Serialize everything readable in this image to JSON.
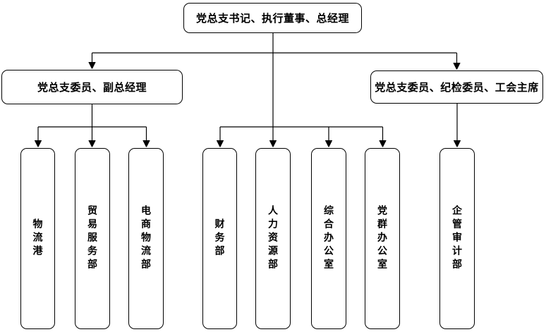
{
  "nodes": {
    "root": {
      "label": "党总支书记、执行董事、总经理"
    },
    "branches": [
      {
        "label": "党总支委员、副总经理"
      },
      {
        "label": "党总支委员、纪检委员、工会主席"
      }
    ],
    "departments": [
      {
        "label": "物流港"
      },
      {
        "label": "贸易服务部"
      },
      {
        "label": "电商物流部"
      },
      {
        "label": "财务部"
      },
      {
        "label": "人力资源部"
      },
      {
        "label": "综合办公室"
      },
      {
        "label": "党群办公室"
      },
      {
        "label": "企管审计部"
      }
    ]
  },
  "colors": {
    "line": "#000000",
    "border": "#000000",
    "text": "#000000",
    "background": "#ffffff"
  }
}
